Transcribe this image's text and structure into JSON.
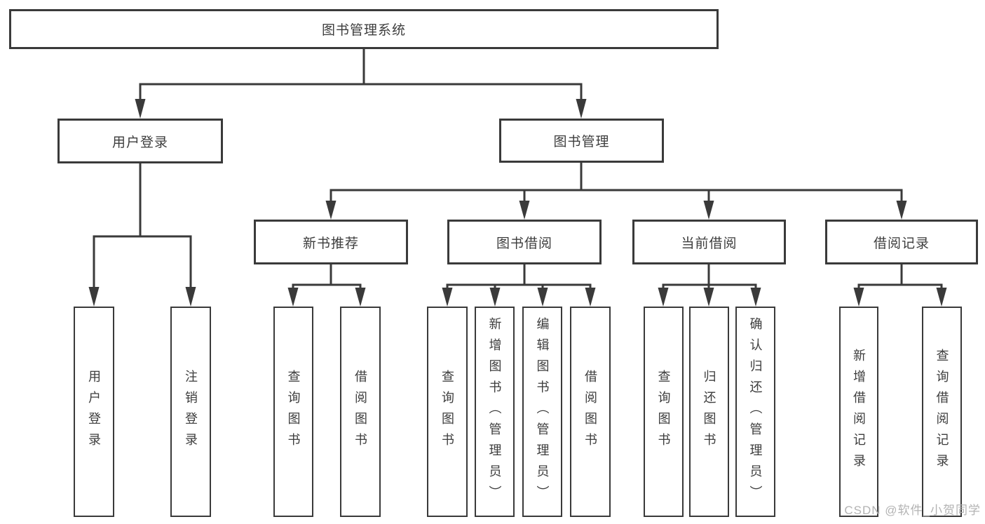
{
  "colors": {
    "line": "#3a3a3a",
    "text": "#3d3d3d",
    "watermark": "#b3b3b3",
    "bg": "#ffffff"
  },
  "tree": {
    "root": "图书管理系统",
    "branches": {
      "user_login": "用户登录",
      "book_management": "图书管理"
    },
    "modules": {
      "new_book_recommend": "新书推荐",
      "book_borrow": "图书借阅",
      "current_borrow": "当前借阅",
      "borrow_records": "借阅记录"
    },
    "leaves": {
      "user_login": "用户登录",
      "logout": "注销登录",
      "rec_query_book": "查询图书",
      "rec_borrow_book": "借阅图书",
      "bb_query_book": "查询图书",
      "bb_add_book": "新增图书（管理员）",
      "bb_edit_book": "编辑图书（管理员）",
      "bb_borrow_book": "借阅图书",
      "cb_query_book": "查询图书",
      "cb_return_book": "归还图书",
      "cb_confirm_return": "确认归还（管理员）",
      "br_add_record": "新增借阅记录",
      "br_query_record": "查询借阅记录"
    }
  },
  "watermark": "CSDN @软件_小贺同学"
}
